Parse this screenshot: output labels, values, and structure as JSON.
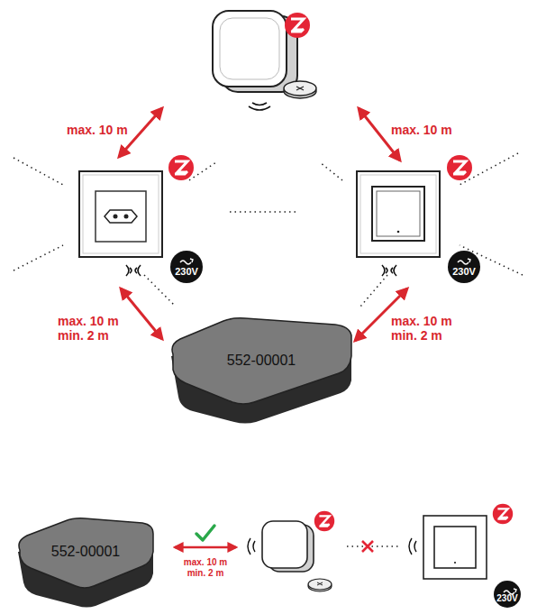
{
  "diagram": {
    "nodes": [
      {
        "text": [
          "230V"
        ]
      },
      {
        "text": [
          "230V"
        ]
      },
      {
        "text": [
          "552-00001"
        ]
      },
      {
        "text": [
          "552-00001"
        ]
      },
      {
        "text": [
          "230V"
        ]
      }
    ],
    "labels": [
      "max. 10 m",
      "max. 10 m",
      "max. 10 m min. 2 m",
      "max. 10 m min. 2 m",
      "max. 10 m min. 2 m"
    ]
  }
}
